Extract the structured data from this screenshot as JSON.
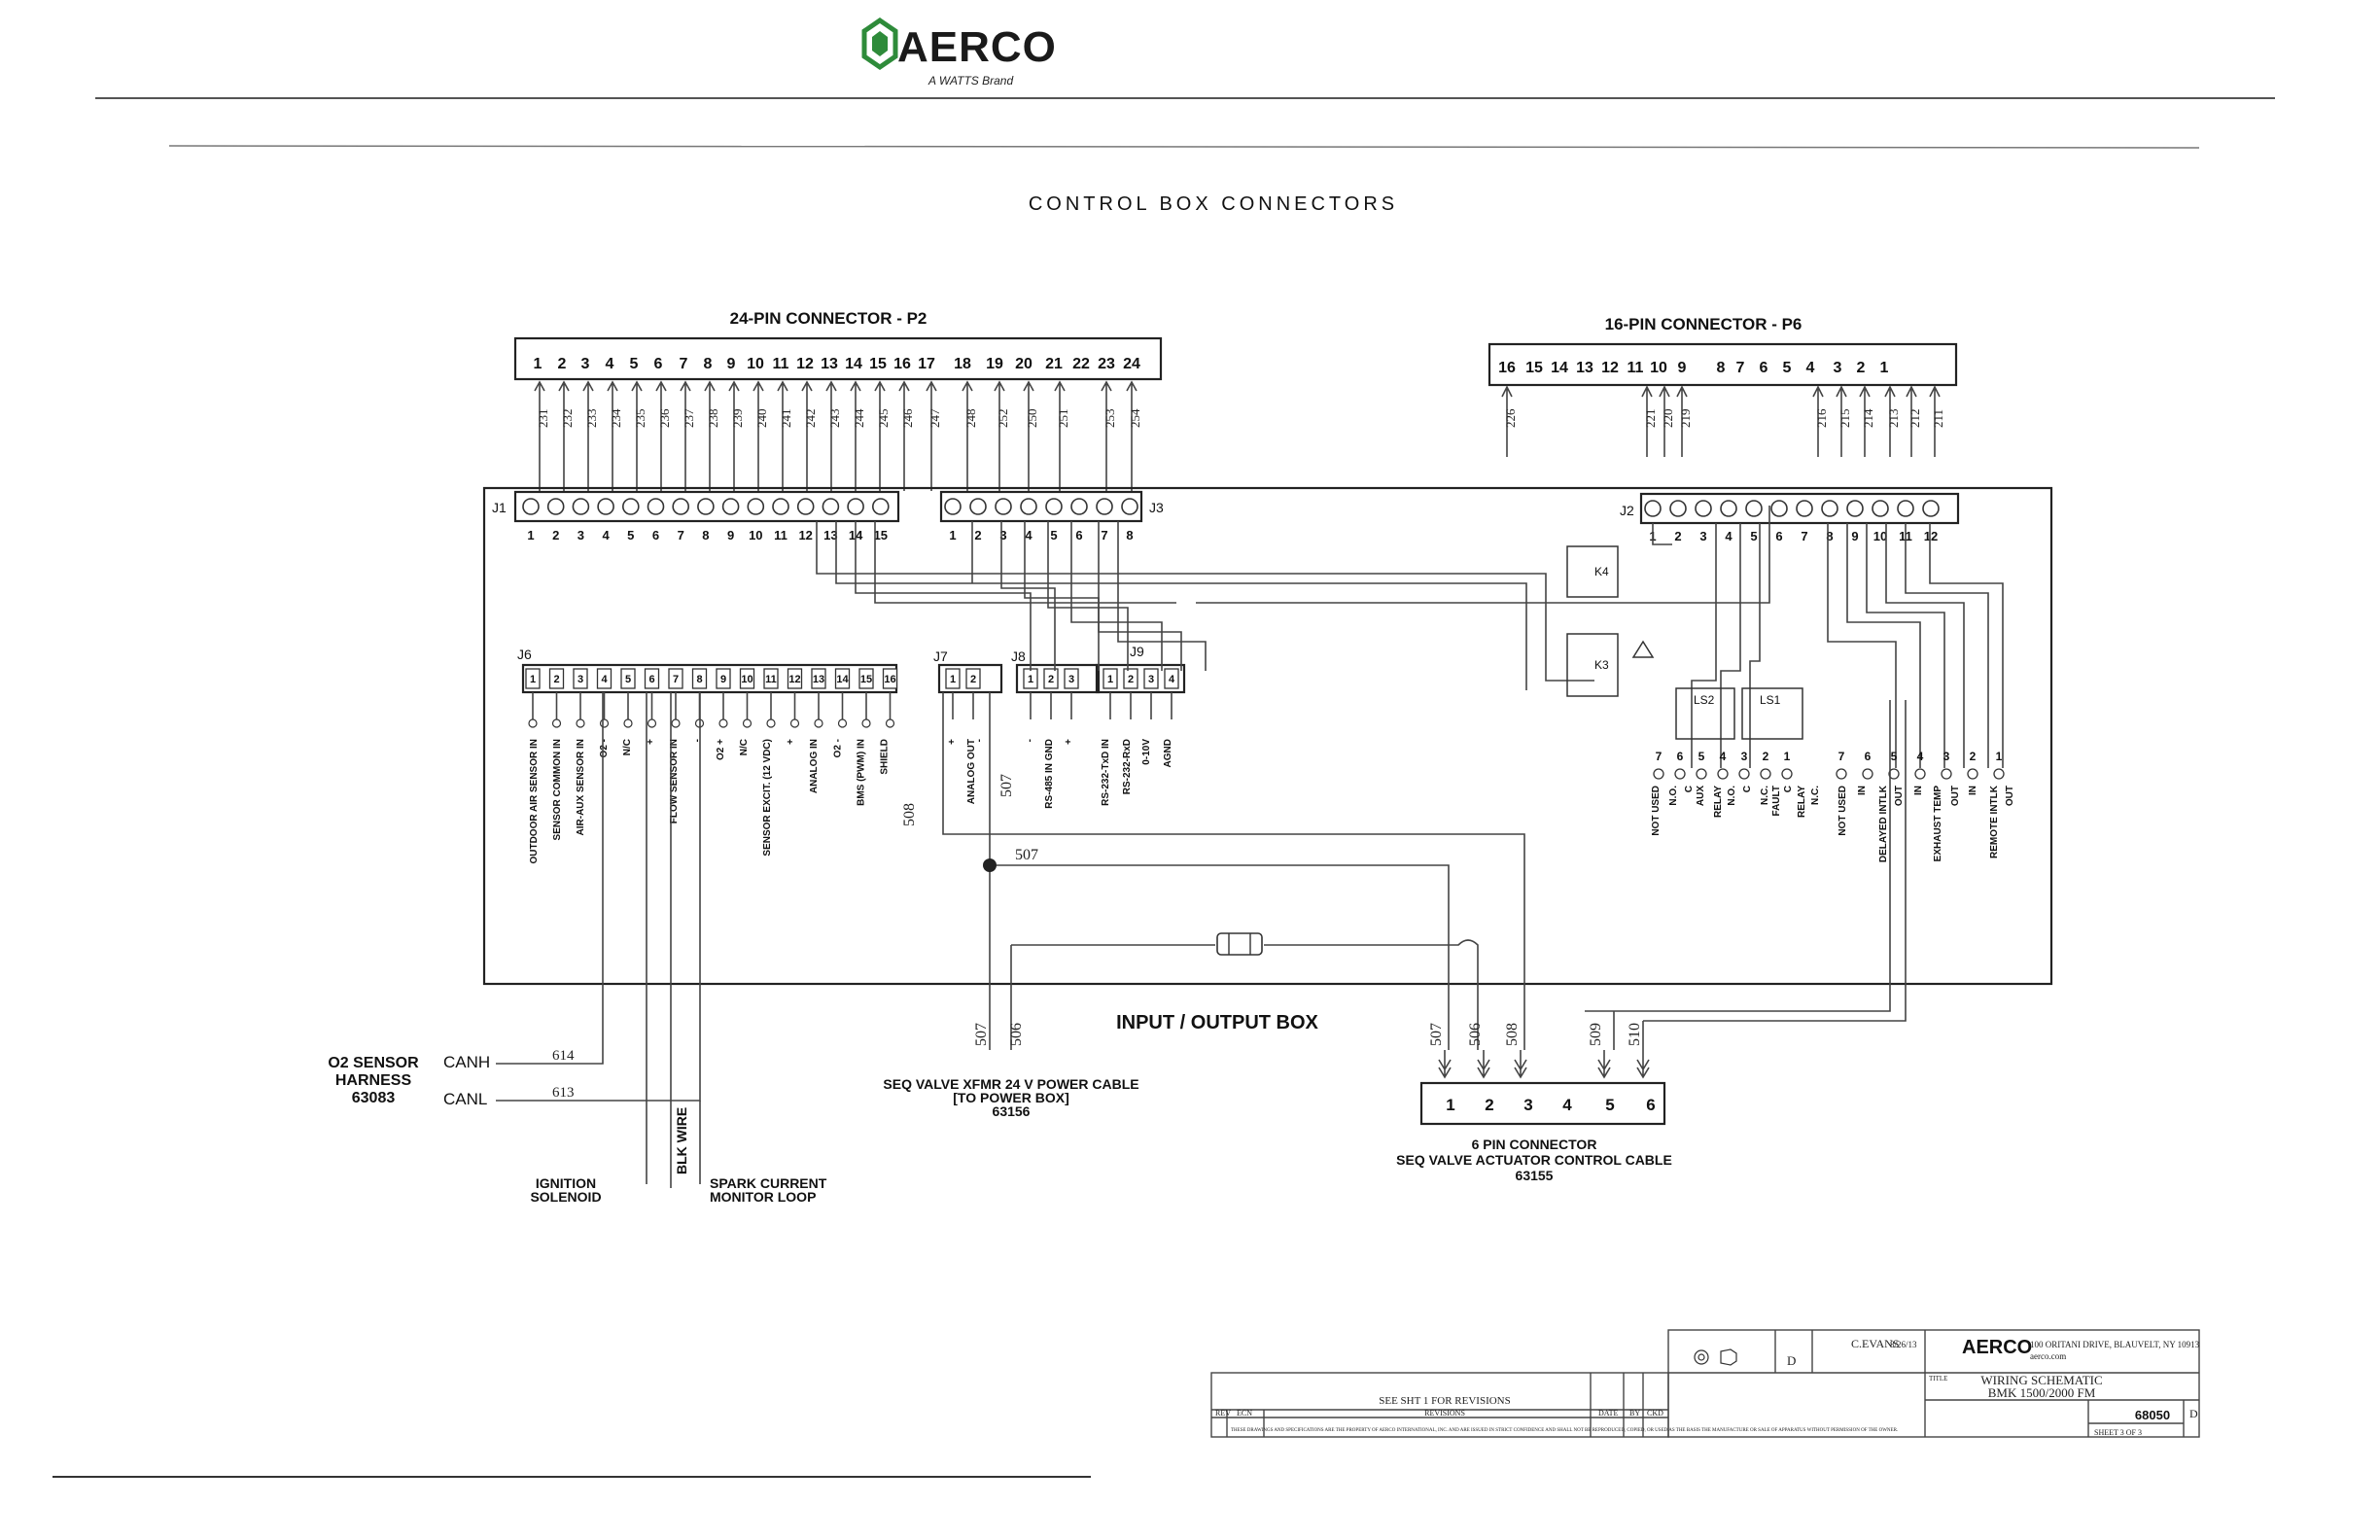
{
  "header": {
    "logo_word": "AERCO",
    "logo_sub": "A WATTS Brand"
  },
  "diagram": {
    "title": "CONTROL BOX CONNECTORS",
    "p2": {
      "title": "24-PIN CONNECTOR - P2",
      "pins": [
        "1",
        "2",
        "3",
        "4",
        "5",
        "6",
        "7",
        "8",
        "9",
        "10",
        "11",
        "12",
        "13",
        "14",
        "15",
        "16",
        "17",
        "18",
        "19",
        "20",
        "21",
        "22",
        "23",
        "24"
      ],
      "wires": [
        "231",
        "232",
        "233",
        "234",
        "235",
        "236",
        "237",
        "238",
        "239",
        "240",
        "241",
        "242",
        "243",
        "244",
        "245",
        "246",
        "247",
        "248",
        "252",
        "250",
        "251",
        "253",
        "254"
      ]
    },
    "p6": {
      "title": "16-PIN CONNECTOR - P6",
      "pins": [
        "16",
        "15",
        "14",
        "13",
        "12",
        "11",
        "10",
        "9",
        "8",
        "7",
        "6",
        "5",
        "4",
        "3",
        "2",
        "1"
      ],
      "wires": [
        "226",
        "221",
        "220",
        "219",
        "216",
        "215",
        "214",
        "213",
        "212",
        "211"
      ]
    },
    "j1": {
      "label": "J1",
      "pins": [
        "1",
        "2",
        "3",
        "4",
        "5",
        "6",
        "7",
        "8",
        "9",
        "10",
        "11",
        "12",
        "13",
        "14",
        "15"
      ]
    },
    "j3": {
      "label": "J3",
      "pins": [
        "1",
        "2",
        "3",
        "4",
        "5",
        "6",
        "7",
        "8"
      ]
    },
    "j2": {
      "label": "J2",
      "pins": [
        "1",
        "2",
        "3",
        "4",
        "5",
        "6",
        "7",
        "8",
        "9",
        "10",
        "11",
        "12"
      ]
    },
    "j6": {
      "label": "J6",
      "pins": [
        "1",
        "2",
        "3",
        "4",
        "5",
        "6",
        "7",
        "8",
        "9",
        "10",
        "11",
        "12",
        "13",
        "14",
        "15",
        "16"
      ],
      "signals": [
        "OUTDOOR AIR SENSOR IN",
        "SENSOR COMMON IN",
        "AIR-AUX SENSOR IN",
        "O2 -",
        "N/C",
        "+",
        "FLOW SENSOR IN",
        "-",
        "O2 +",
        "N/C",
        "SENSOR EXCIT. (12 VDC)",
        "+",
        "ANALOG IN",
        "O2 -",
        "BMS (PWM) IN",
        "SHIELD"
      ]
    },
    "j7": {
      "label": "J7",
      "pins": [
        "1",
        "2"
      ],
      "signals": [
        "+",
        "ANALOG OUT",
        "-"
      ]
    },
    "j8": {
      "label": "J8",
      "pins": [
        "1",
        "2",
        "3"
      ],
      "signals": [
        "-",
        "RS-485 IN GND",
        "+"
      ]
    },
    "j9": {
      "label": "J9",
      "pins": [
        "1",
        "2",
        "3",
        "4"
      ],
      "signals": [
        "RS-232-TxD IN",
        "RS-232-RxD",
        "0-10V",
        "AGND"
      ]
    },
    "relays": {
      "k4": "K4",
      "k3": "K3",
      "ls1": "LS1",
      "ls2": "LS2"
    },
    "relay_terms": {
      "left": [
        "7",
        "6",
        "5",
        "4",
        "3",
        "2",
        "1"
      ],
      "left_labels": [
        "NOT USED",
        "N.O.",
        "C",
        "AUX",
        "RELAY",
        "N.O.",
        "C",
        "N.C.",
        "FAULT",
        "C",
        "RELAY",
        "N.C."
      ],
      "right": [
        "7",
        "6",
        "5",
        "4",
        "3",
        "2",
        "1"
      ],
      "right_labels": [
        "NOT USED",
        "IN",
        "DELAYED INTLK",
        "OUT",
        "IN",
        "EXHAUST TEMP",
        "OUT",
        "IN",
        "REMOTE INTLK",
        "OUT"
      ]
    },
    "io_box_label": "INPUT / OUTPUT BOX",
    "wire_508": "508",
    "wire_507": "507",
    "wire_507b": "507",
    "o2_harness": {
      "title_1": "O2 SENSOR",
      "title_2": "HARNESS",
      "part": "63083",
      "canh": "CANH",
      "canl": "CANL",
      "w614": "614",
      "w613": "613"
    },
    "ignition": "IGNITION\nSOLENOID",
    "ignition_1": "IGNITION",
    "ignition_2": "SOLENOID",
    "blk_wire": "BLK WIRE",
    "spark_1": "SPARK CURRENT",
    "spark_2": "MONITOR LOOP",
    "xfmr": {
      "w507": "507",
      "w506": "506",
      "line1": "SEQ VALVE XFMR 24 V POWER CABLE",
      "line2": "[TO POWER BOX]",
      "part": "63156"
    },
    "six_pin": {
      "wires": [
        "507",
        "506",
        "508",
        "509",
        "510"
      ],
      "pins": [
        "1",
        "2",
        "3",
        "4",
        "5",
        "6"
      ],
      "title": "6 PIN CONNECTOR",
      "subtitle": "SEQ VALVE ACTUATOR CONTROL CABLE",
      "part": "63155"
    }
  },
  "title_block": {
    "revisions_note": "SEE SHT 1 FOR REVISIONS",
    "revisions_header": "REVISIONS",
    "rev": "REV",
    "ecn": "ECN",
    "date": "DATE",
    "by": "BY",
    "ckd": "CKD",
    "drawn_by": "C.EVANS",
    "drawn_date": "8/26/13",
    "sheet_letter": "D",
    "company": "AERCO",
    "address": "100 ORITANI DRIVE, BLAUVELT, NY 10913",
    "web": "aerco.com",
    "title_label": "TITLE",
    "title1": "WIRING SCHEMATIC",
    "title2": "BMK 1500/2000 FM",
    "dwg_no": "68050",
    "rev_letter": "D",
    "sheet": "SHEET 3 OF 3",
    "disclaimer": "THESE DRAWINGS AND SPECIFICATIONS ARE THE PROPERTY OF AERCO INTERNATIONAL, INC. AND ARE ISSUED IN STRICT CONFIDENCE AND SHALL NOT BE REPRODUCED, COPIED, OR USED AS THE BASIS THE MANUFACTURE OR SALE OF APPARATUS WITHOUT PERMISSION OF THE OWNER."
  }
}
